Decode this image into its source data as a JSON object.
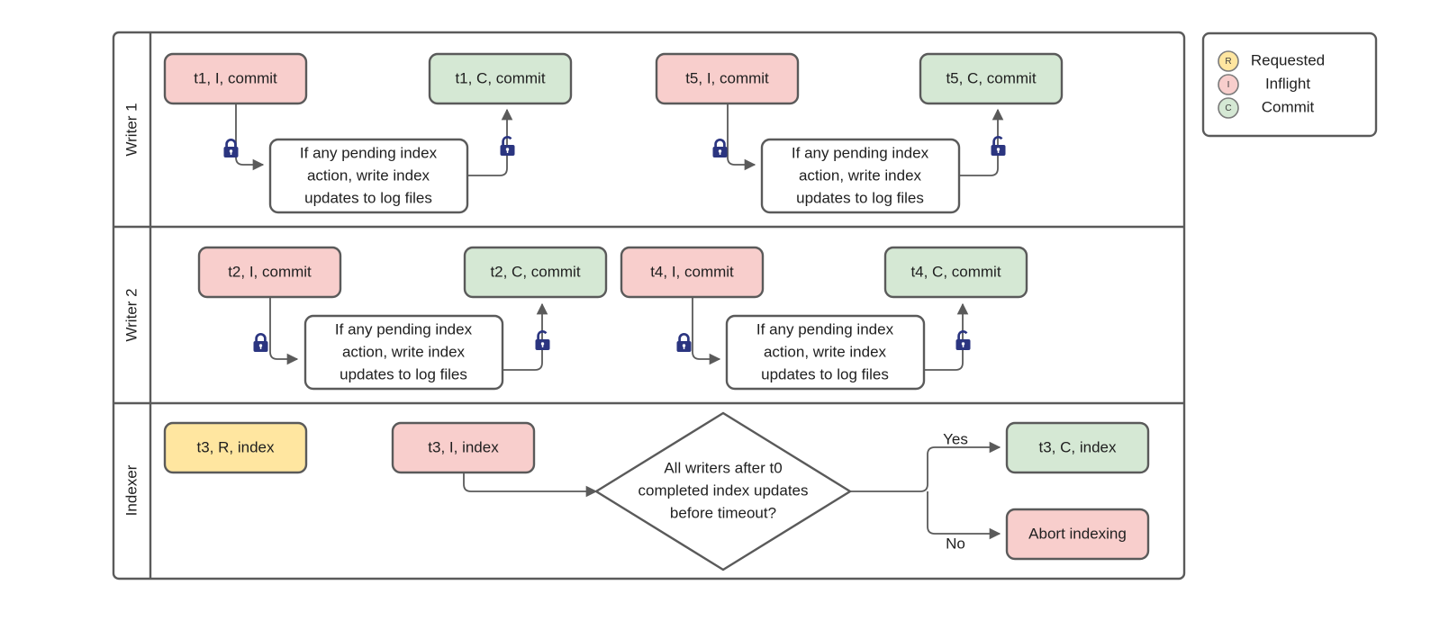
{
  "diagram": {
    "title_visible": false,
    "type": "swimlane-flowchart",
    "colors": {
      "inflight_fill": "#f8cecc",
      "commit_fill": "#d5e8d4",
      "requested_fill": "#ffe6a0",
      "process_fill": "#ffffff",
      "decision_fill": "#ffffff",
      "stroke": "#5a5a5a",
      "lock_color": "#2b3580",
      "text": "#1f1f1f"
    }
  },
  "lanes": [
    {
      "id": "writer1",
      "label": "Writer 1"
    },
    {
      "id": "writer2",
      "label": "Writer 2"
    },
    {
      "id": "indexer",
      "label": "Indexer"
    }
  ],
  "process_text": {
    "line1": "If any pending index",
    "line2": "action, write index",
    "line3": "updates to log files"
  },
  "nodes": {
    "w1_t1_inflight": {
      "label": "t1, I, commit",
      "state": "Inflight"
    },
    "w1_t1_commit": {
      "label": "t1, C, commit",
      "state": "Commit"
    },
    "w1_t5_inflight": {
      "label": "t5, I, commit",
      "state": "Inflight"
    },
    "w1_t5_commit": {
      "label": "t5, C, commit",
      "state": "Commit"
    },
    "w2_t2_inflight": {
      "label": "t2, I, commit",
      "state": "Inflight"
    },
    "w2_t2_commit": {
      "label": "t2, C, commit",
      "state": "Commit"
    },
    "w2_t4_inflight": {
      "label": "t4, I, commit",
      "state": "Inflight"
    },
    "w2_t4_commit": {
      "label": "t4, C, commit",
      "state": "Commit"
    },
    "ix_t3_requested": {
      "label": "t3, R, index",
      "state": "Requested"
    },
    "ix_t3_inflight": {
      "label": "t3, I, index",
      "state": "Inflight"
    },
    "ix_t3_commit": {
      "label": "t3, C, index",
      "state": "Commit"
    },
    "ix_abort": {
      "label": "Abort indexing",
      "state": "Inflight"
    }
  },
  "decision": {
    "line1": "All writers after t0",
    "line2": "completed index updates",
    "line3": "before timeout?"
  },
  "edge_labels": {
    "yes": "Yes",
    "no": "No"
  },
  "legend": {
    "items": [
      {
        "badge": "R",
        "label": "Requested",
        "color": "#ffe6a0"
      },
      {
        "badge": "I",
        "label": "Inflight",
        "color": "#f8cecc"
      },
      {
        "badge": "C",
        "label": "Commit",
        "color": "#d5e8d4"
      }
    ]
  },
  "icons": {
    "lock_closed": "lock-closed-icon",
    "lock_open": "lock-open-icon"
  }
}
